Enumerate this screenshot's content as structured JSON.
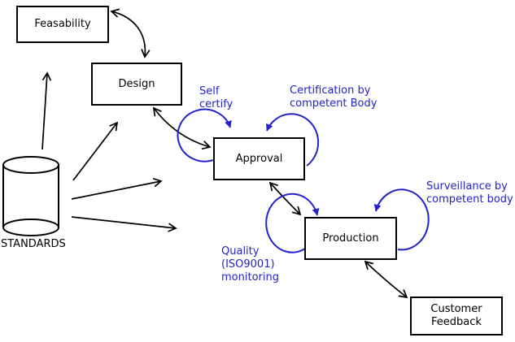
{
  "nodes": {
    "feasability": "Feasability",
    "design": "Design",
    "approval": "Approval",
    "production": "Production",
    "customer_feedback": {
      "lines": [
        "Customer",
        "Feedback"
      ]
    },
    "standards": "STANDARDS"
  },
  "annotations": {
    "self_certify": {
      "lines": [
        "Self",
        "certify"
      ]
    },
    "certification": {
      "lines": [
        "Certification by",
        "competent Body"
      ]
    },
    "surveillance": {
      "lines": [
        "Surveillance by",
        "competent body"
      ]
    },
    "quality": {
      "lines": [
        "Quality",
        "(ISO9001)",
        "monitoring"
      ]
    }
  },
  "colors": {
    "annotation_blue": "#2323cd",
    "line_black": "#000000",
    "background": "#ffffff"
  }
}
